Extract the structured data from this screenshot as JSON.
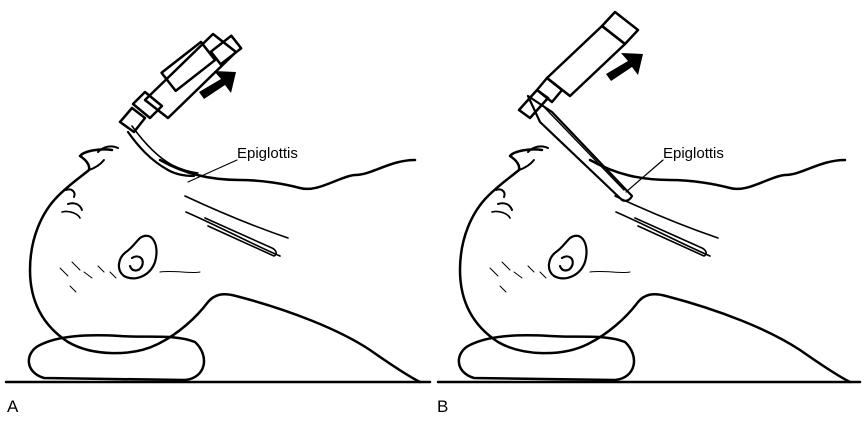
{
  "panels": [
    {
      "letter": "A",
      "label": "Epiglottis"
    },
    {
      "letter": "B",
      "label": "Epiglottis"
    }
  ],
  "colors": {
    "ink": "#000000",
    "background": "#ffffff"
  }
}
